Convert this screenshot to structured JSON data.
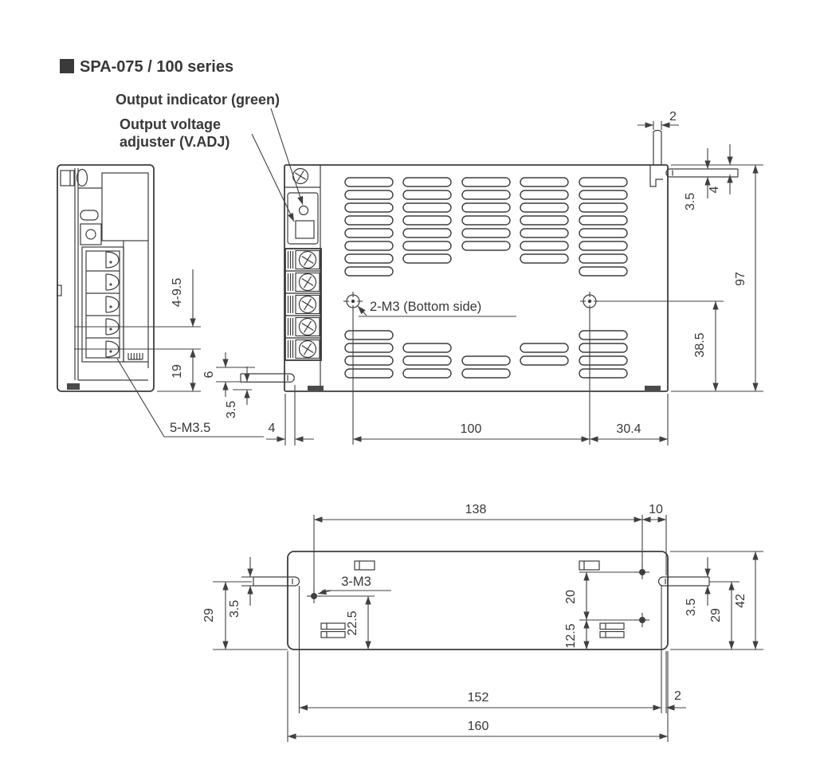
{
  "title": {
    "bullet": "■",
    "text": "SPA-075 / 100 series"
  },
  "callouts": {
    "output_indicator": "Output indicator (green)",
    "output_voltage_1": "Output voltage",
    "output_voltage_2": "adjuster (V.ADJ)",
    "bottom_screws": "2-M3 (Bottom side)",
    "terminal_screws": "5-M3.5",
    "mounting_screws": "3-M3"
  },
  "front_view": {
    "dims": {
      "tab_width": "2",
      "pin_offset": "4",
      "pin_thickness": "3.5",
      "case_height": "97",
      "hole_height": "38.5",
      "terminal_pitch": "4-9.5",
      "terminal_bottom": "19",
      "pin_top_gap": "6",
      "pin_bottom_gap": "3.5",
      "edge_gap": "4",
      "hole_pitch": "100",
      "hole_edge": "30.4"
    }
  },
  "bottom_view": {
    "dims": {
      "hole_span": "138",
      "hole_right_gap": "10",
      "left_pin_thickness": "3.5",
      "left_pin_height": "29",
      "left_hole_offset": "22.5",
      "right_hole_pitch": "20",
      "right_hole_offset": "12.5",
      "right_pin_thickness": "3.5",
      "right_pin_height": "29",
      "case_depth": "42",
      "mount_span": "152",
      "case_length": "160",
      "edge_gap": "2"
    }
  },
  "colors": {
    "line": "#3d3d3d",
    "text": "#383838",
    "title_bullet": "#3a3a3a"
  }
}
